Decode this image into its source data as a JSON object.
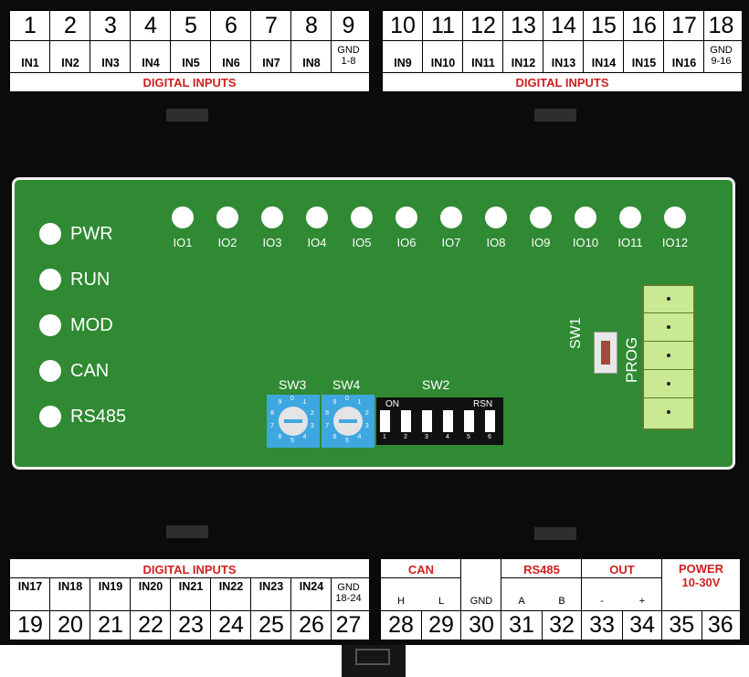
{
  "top_left": {
    "numbers": [
      "1",
      "2",
      "3",
      "4",
      "5",
      "6",
      "7",
      "8",
      "9"
    ],
    "labels": [
      "IN1",
      "IN2",
      "IN3",
      "IN4",
      "IN5",
      "IN6",
      "IN7",
      "IN8"
    ],
    "gnd": [
      "GND",
      "1-8"
    ],
    "band": "DIGITAL INPUTS"
  },
  "top_right": {
    "numbers": [
      "10",
      "11",
      "12",
      "13",
      "14",
      "15",
      "16",
      "17",
      "18"
    ],
    "labels": [
      "IN9",
      "IN10",
      "IN11",
      "IN12",
      "IN13",
      "IN14",
      "IN15",
      "IN16"
    ],
    "gnd": [
      "GND",
      "9-16"
    ],
    "band": "DIGITAL INPUTS"
  },
  "bottom_left": {
    "band": "DIGITAL INPUTS",
    "labels": [
      "IN17",
      "IN18",
      "IN19",
      "IN20",
      "IN21",
      "IN22",
      "IN23",
      "IN24"
    ],
    "gnd": [
      "GND",
      "18-24"
    ],
    "numbers": [
      "19",
      "20",
      "21",
      "22",
      "23",
      "24",
      "25",
      "26",
      "27"
    ]
  },
  "bottom_right": {
    "can": {
      "title": "CAN",
      "pins": [
        "H",
        "L"
      ],
      "numbers": [
        "28",
        "29"
      ]
    },
    "gnd": {
      "label": "GND",
      "number": "30"
    },
    "rs485": {
      "title": "RS485",
      "pins": [
        "A",
        "B"
      ],
      "numbers": [
        "31",
        "32"
      ]
    },
    "out": {
      "title": "OUT",
      "pins": [
        "-",
        "+"
      ],
      "numbers": [
        "33",
        "34"
      ]
    },
    "power": {
      "title": "POWER",
      "subtitle": "10-30V",
      "pins": [
        "-",
        "+"
      ],
      "numbers": [
        "35",
        "36"
      ]
    }
  },
  "status_leds": [
    "PWR",
    "RUN",
    "MOD",
    "CAN",
    "RS485"
  ],
  "io_leds": [
    "IO1",
    "IO2",
    "IO3",
    "IO4",
    "IO5",
    "IO6",
    "IO7",
    "IO8",
    "IO9",
    "IO10",
    "IO11",
    "IO12"
  ],
  "switches": {
    "sw3": "SW3",
    "sw4": "SW4",
    "sw2": "SW2",
    "sw2_on": "ON",
    "sw2_rsn": "RSN",
    "sw2_nums": [
      "1",
      "2",
      "3",
      "4",
      "5",
      "6"
    ],
    "sw1": "SW1",
    "prog": "PROG"
  },
  "rotary_digits": [
    "0",
    "1",
    "2",
    "3",
    "4",
    "5",
    "6",
    "7",
    "8",
    "9"
  ],
  "colors": {
    "board": "#2f8a33",
    "case": "#0b0b0b",
    "band_red": "#d01f1f",
    "rotary_blue": "#3fa7e0",
    "connector": "#c9ea92"
  }
}
